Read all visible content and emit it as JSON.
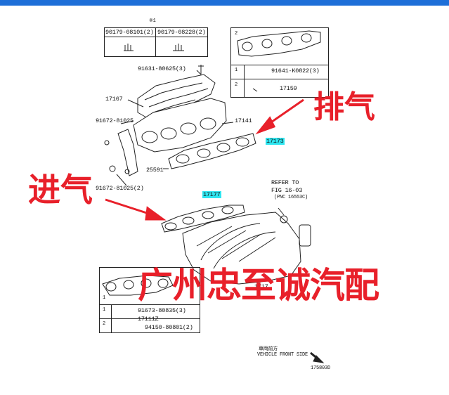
{
  "labels": {
    "note_top": "※1",
    "part_9017908101": "90179-08101(2)",
    "part_9017908228": "90179-08228(2)",
    "part_91631": "91631-80625(3)",
    "part_17167": "17167",
    "part_91672_top": "91672-81025",
    "part_17141": "17141",
    "part_25591": "25591",
    "part_91672_bottom": "91672-81025(2)",
    "part_17159": "17159",
    "part_91641": "91641-K0822(3)",
    "part_17173": "17173",
    "part_17177": "17177",
    "refer_to": "REFER TO",
    "fig_ref": "FIG 16-03",
    "pnc_ref": "(PNC 16553C)",
    "part_1717": "1717",
    "part_91673": "91673-80835(3)",
    "part_17111z": "17111Z",
    "part_94150": "94150-80801(2)",
    "vehicle_front_cn": "車両前方",
    "vehicle_front": "VEHICLE FRONT SIDE",
    "diagram_code": "175803D",
    "circle_1": "1",
    "circle_2": "2"
  },
  "annotations": {
    "exhaust": "排气",
    "intake": "进气",
    "watermark": "广州忠至诚汽配"
  },
  "colors": {
    "accent_red": "#e8202a",
    "highlight_cyan": "#2ee6f0",
    "top_bar_blue": "#1e6fd8"
  }
}
